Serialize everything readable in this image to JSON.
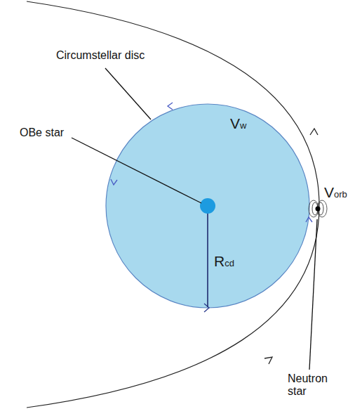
{
  "diagram": {
    "labels": [
      "Circumstellar disc",
      "OBe star",
      "Vw",
      "Rcd",
      "Vorb",
      "Neutron star"
    ]
  }
}
